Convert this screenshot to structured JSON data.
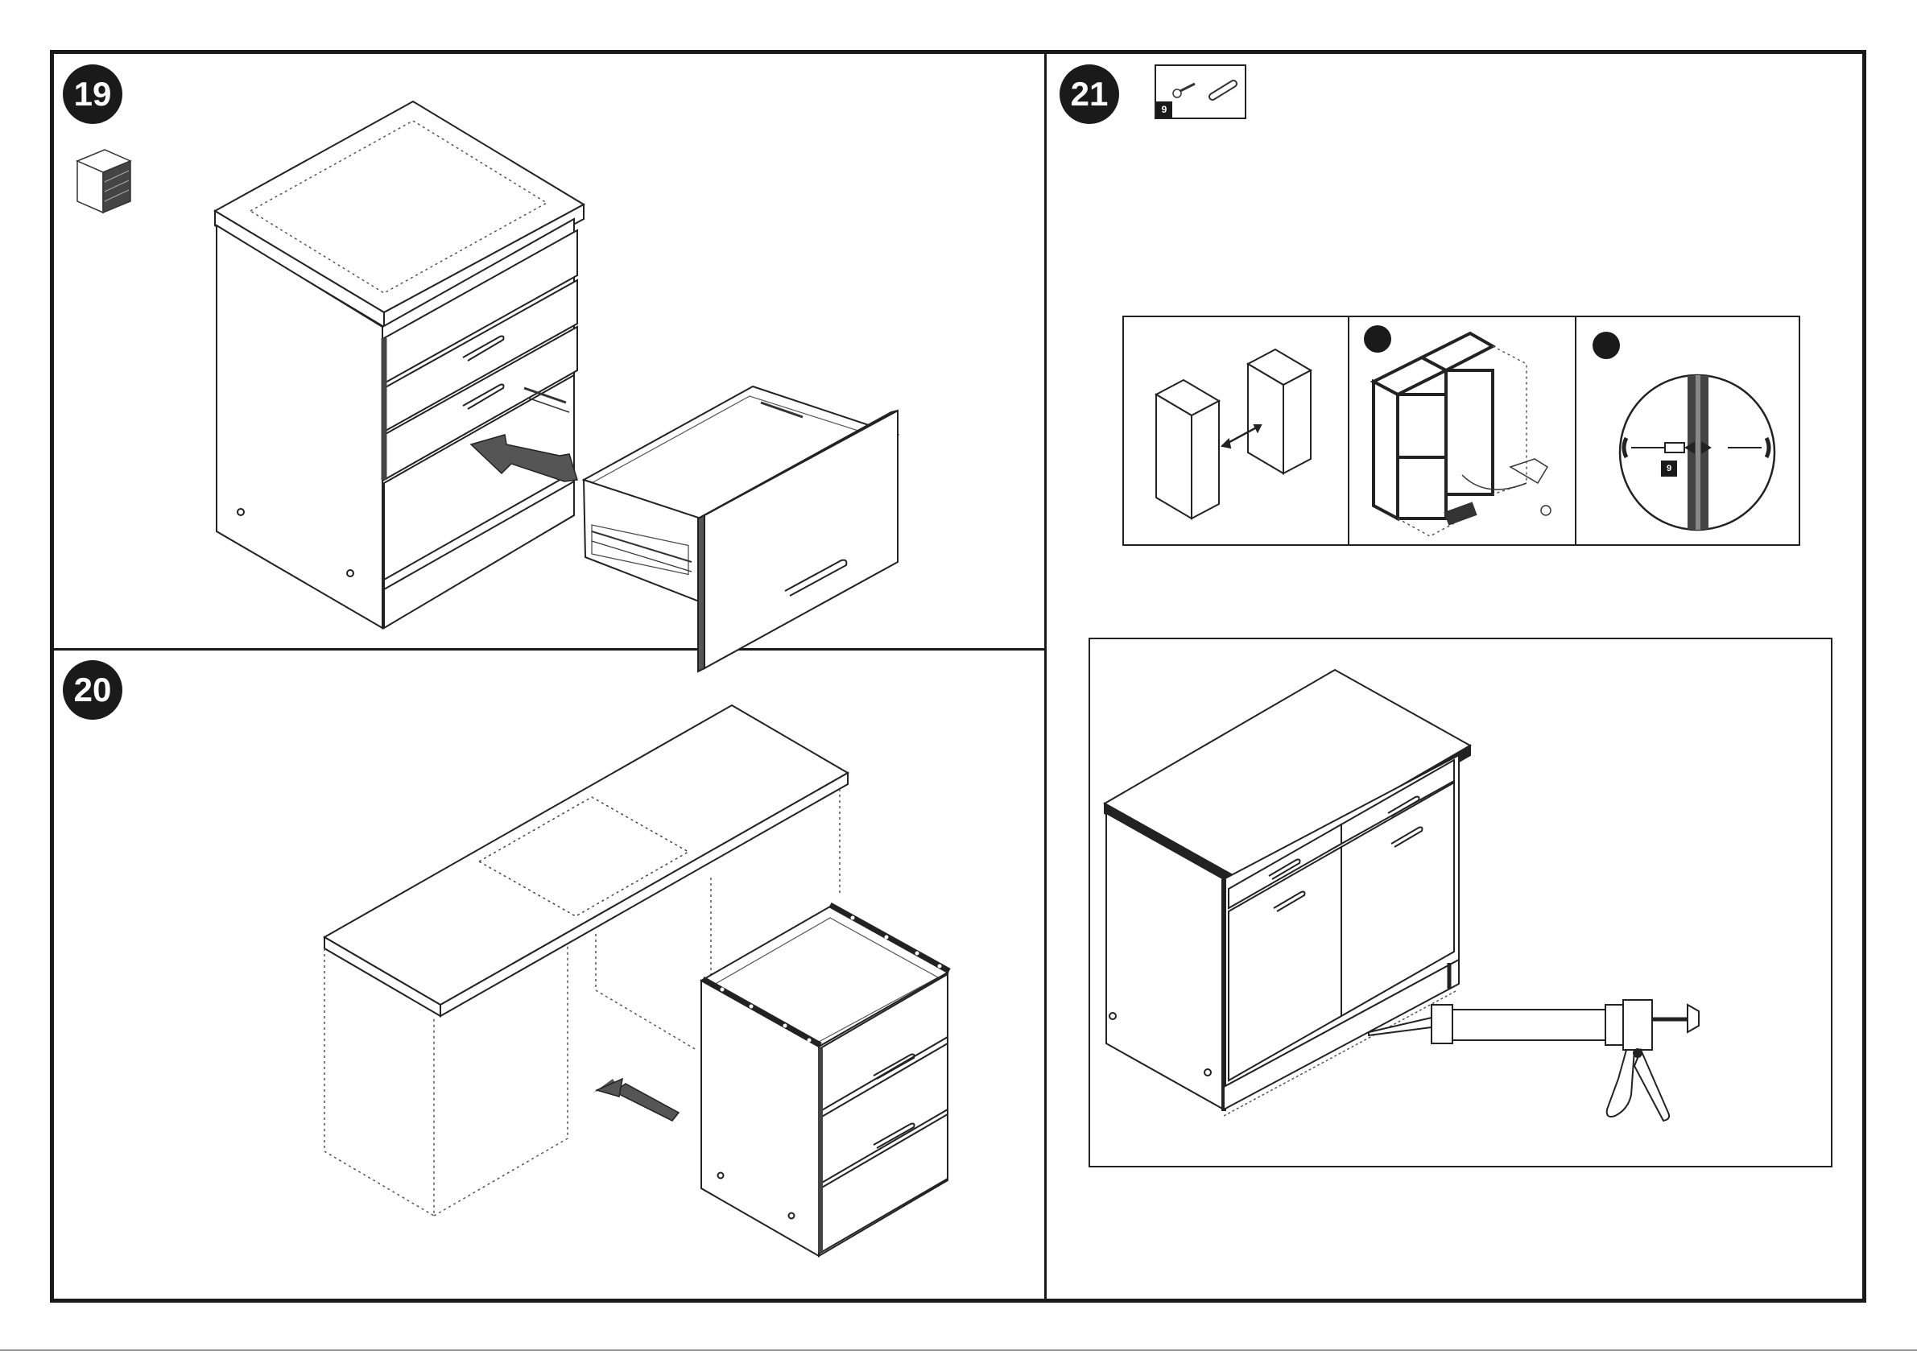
{
  "steps": {
    "s19": "19",
    "s20": "20",
    "s21": "21"
  },
  "parts": {
    "qty_label": "9",
    "items": [
      "screw-icon",
      "dowel-icon"
    ]
  },
  "detail": {
    "fastener_label": "9"
  }
}
